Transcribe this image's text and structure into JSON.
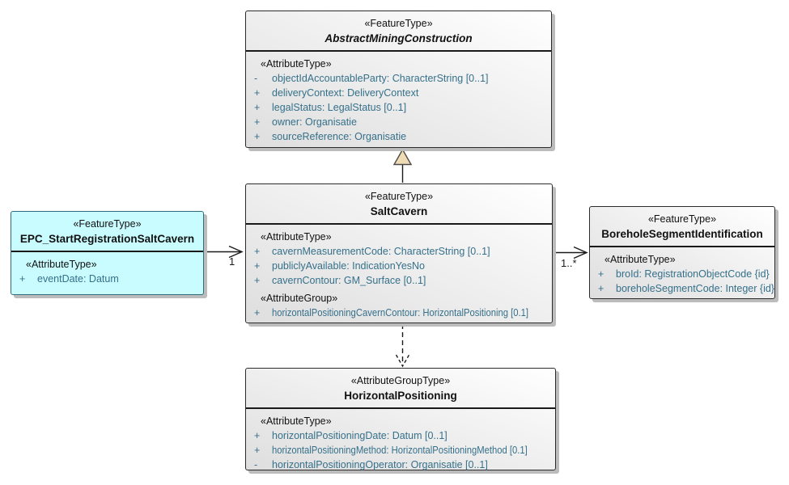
{
  "colors": {
    "box_fill_from": "#dedede",
    "box_fill_to": "#ffffff",
    "cyan_fill": "#c9fcff",
    "cyan_border": "#2f6c7d",
    "border_color": "#2b2b2b",
    "line_color": "#1a1a1a",
    "title_text": "#111111",
    "attr_text": "#35708a",
    "label_text": "#1a1a1a",
    "shadow_color": "#bcbcbc",
    "triangle_fill": "#f0dcb4",
    "triangle_border": "#4a4a4a"
  },
  "boxes": {
    "abstract": {
      "stereotype": "«FeatureType»",
      "name": "AbstractMiningConstruction",
      "attr_header": "«AttributeType»",
      "rows": [
        {
          "vis": "-",
          "text": "objectIdAccountableParty: CharacterString [0..1]"
        },
        {
          "vis": "+",
          "text": "deliveryContext: DeliveryContext"
        },
        {
          "vis": "+",
          "text": "legalStatus: LegalStatus [0..1]"
        },
        {
          "vis": "+",
          "text": "owner: Organisatie"
        },
        {
          "vis": "+",
          "text": "sourceReference: Organisatie"
        }
      ]
    },
    "saltcavern": {
      "stereotype": "«FeatureType»",
      "name": "SaltCavern",
      "attr_header": "«AttributeType»",
      "rows": [
        {
          "vis": "+",
          "text": "cavernMeasurementCode: CharacterString [0..1]"
        },
        {
          "vis": "+",
          "text": "publiclyAvailable: IndicationYesNo"
        },
        {
          "vis": "+",
          "text": "cavernContour: GM_Surface [0..1]"
        }
      ],
      "group_header": "«AttributeGroup»",
      "group_rows": [
        {
          "vis": "+",
          "text": "horizontalPositioningCavernContour: HorizontalPositioning [0.1]"
        }
      ]
    },
    "epc": {
      "stereotype": "«FeatureType»",
      "name": "EPC_StartRegistrationSaltCavern",
      "attr_header": "«AttributeType»",
      "rows": [
        {
          "vis": "+",
          "text": "eventDate: Datum"
        }
      ]
    },
    "borehole": {
      "stereotype": "«FeatureType»",
      "name": "BoreholeSegmentIdentification",
      "attr_header": "«AttributeType»",
      "rows": [
        {
          "vis": "+",
          "text": "broId: RegistrationObjectCode {id}"
        },
        {
          "vis": "+",
          "text": "boreholeSegmentCode: Integer {id}"
        }
      ]
    },
    "horizontal": {
      "stereotype": "«AttributeGroupType»",
      "name": "HorizontalPositioning",
      "attr_header": "«AttributeType»",
      "rows": [
        {
          "vis": "+",
          "text": "horizontalPositioningDate: Datum [0..1]"
        },
        {
          "vis": "+",
          "text": "horizontalPositioningMethod: HorizontalPositioningMethod [0.1]"
        },
        {
          "vis": "-",
          "text": "horizontalPositioningOperator: Organisatie [0..1]"
        }
      ]
    }
  },
  "connectors": {
    "left_association": {
      "multiplicity": "1"
    },
    "right_association": {
      "multiplicity": "1..*"
    }
  }
}
